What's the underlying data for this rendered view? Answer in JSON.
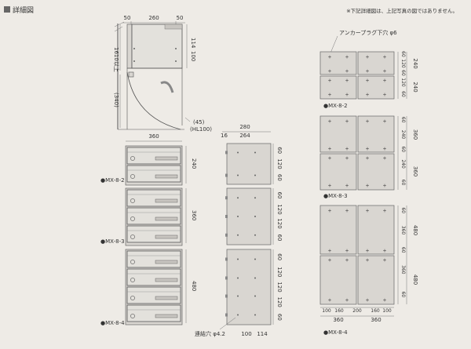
{
  "header": {
    "title": "詳細図",
    "note": "※下記詳細図は、上記写真の図ではありません。"
  },
  "side_view": {
    "dims_top": [
      "50",
      "260",
      "50"
    ],
    "dims_right": [
      "114",
      "100"
    ],
    "dim_left_height": "1610以上",
    "dim_left_depth": "(340)",
    "dim_bottom": "(45)",
    "dim_bottom2": "(HL100)"
  },
  "front_view": {
    "width": "360",
    "models": [
      {
        "label": "●MX-8-2",
        "height": "240"
      },
      {
        "label": "●MX-8-3",
        "height": "360"
      },
      {
        "label": "●MX-8-4",
        "height": "480"
      }
    ]
  },
  "back_view": {
    "width": "280",
    "inner": [
      "16",
      "264"
    ],
    "sections": [
      {
        "dims": [
          "60",
          "120",
          "60"
        ]
      },
      {
        "dims": [
          "60",
          "120",
          "120",
          "60"
        ]
      },
      {
        "dims": [
          "60",
          "120",
          "120",
          "120",
          "60"
        ]
      }
    ],
    "hole_label": "連結穴 φ4.2",
    "bottom_dims": [
      "100",
      "114"
    ]
  },
  "anchor_views": {
    "anchor_label": "アンカープラグ下穴 φ6",
    "views": [
      {
        "label": "●MX-8-2",
        "dims": [
          "60",
          "120",
          "60",
          "120",
          "60"
        ],
        "outer": [
          "240",
          "240"
        ]
      },
      {
        "label": "●MX-8-3",
        "dims": [
          "60",
          "240",
          "60",
          "240",
          "60"
        ],
        "outer": [
          "360",
          "360"
        ]
      },
      {
        "label": "●MX-8-4",
        "dims": [
          "60",
          "360",
          "60",
          "360",
          "60"
        ],
        "outer": [
          "480",
          "480"
        ]
      }
    ],
    "bottom_dims": [
      "100",
      "160",
      "200",
      "160",
      "100"
    ],
    "bottom_totals": [
      "360",
      "360"
    ]
  }
}
